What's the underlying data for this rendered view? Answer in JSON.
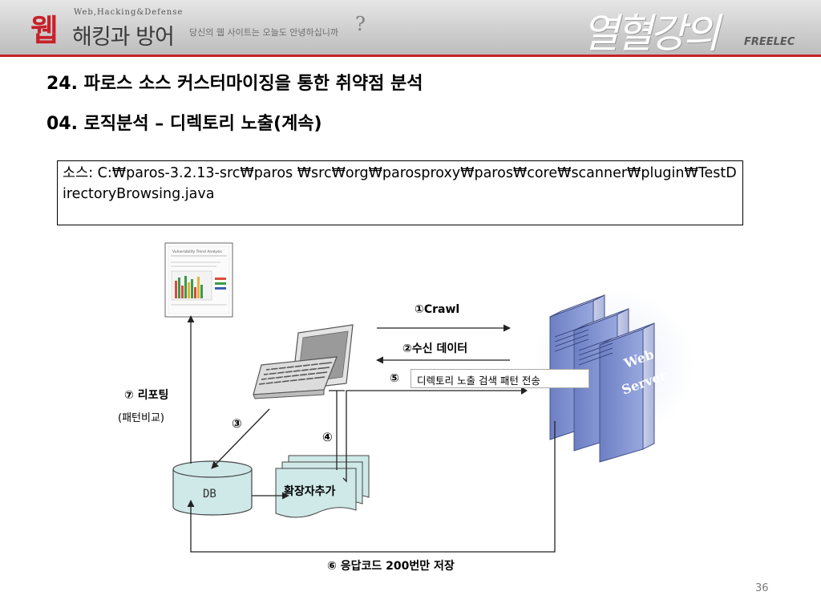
{
  "header": {
    "logo_web": "웹",
    "logo_subtitle": "Web,Hacking&Defense",
    "logo_name": "해킹과 방어",
    "tagline": "당신의 웹 사이트는 오늘도 안녕하십니까",
    "tagline_mark": "?",
    "brush_title": "열혈강의",
    "publisher": "FREELEC",
    "accent_color": "#c8202a"
  },
  "title_line1": "24. 파로스 소스 커스터마이징을 통한 취약점 분석",
  "title_line2": "04. 로직분석 – 디렉토리 노출(계속)",
  "source_box": {
    "label": "소스: ",
    "path": "C:₩paros-3.2.13-src₩paros ₩src₩org₩parosproxy₩paros₩core₩scanner₩plugin₩TestDirectoryBrowsing.java"
  },
  "diagram": {
    "crawl": "①Crawl",
    "receive_data": "②수신 데이터",
    "pattern_send": "디렉토리 노출 검색 패턴 전송",
    "step5": "⑤",
    "reporting": "⑦ 리포팅",
    "pattern_compare": "(패턴비교)",
    "step3": "③",
    "step4": "④",
    "db": "DB",
    "add_extension": "확장자추가",
    "save_200": "⑥ 응답코드 200번만 저장",
    "server_word1": "Web",
    "server_word2": "Server",
    "report_heading": "Vulnerability Trend Analysis"
  },
  "page_number": "36"
}
